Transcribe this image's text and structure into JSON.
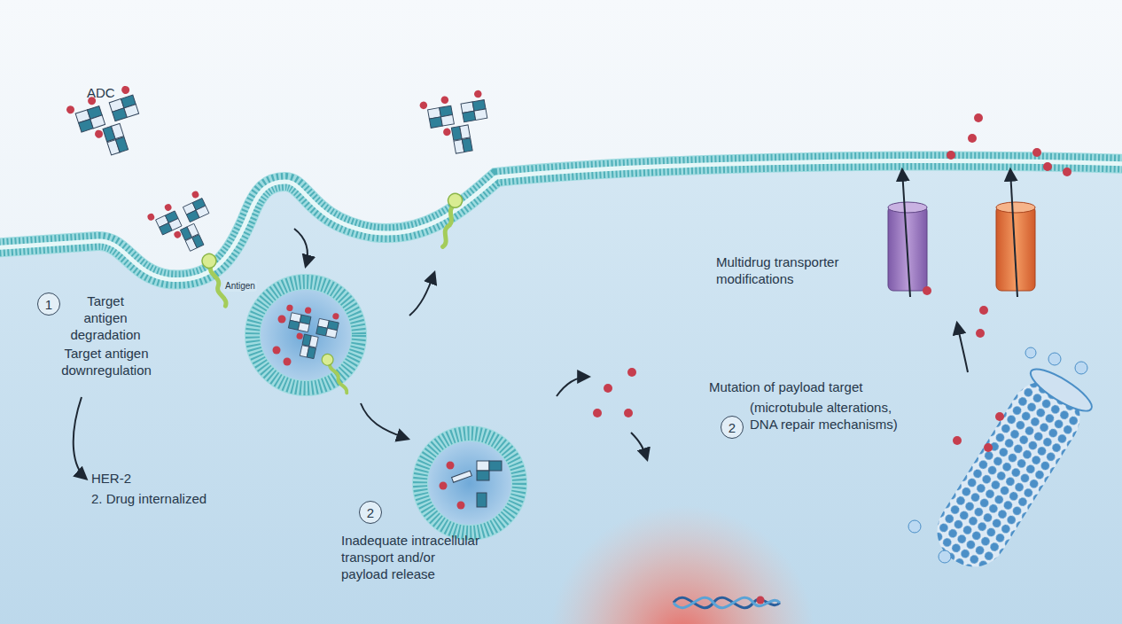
{
  "diagram": {
    "nodes": [
      {
        "text": [
          "1"
        ]
      },
      {
        "text": [
          "2"
        ]
      },
      {
        "text": [
          "2"
        ]
      }
    ],
    "labels": [
      "ADC",
      "Antigen",
      "Target antigen degradation",
      "Target antigen downregulation",
      "HER-2",
      "2. Drug internalized",
      "Inadequate intracellular transport and/or payload release",
      "Multidrug transporter modifications",
      "Mutation of payload target",
      "(microtubule alterations, DNA repair mechanisms)"
    ]
  }
}
